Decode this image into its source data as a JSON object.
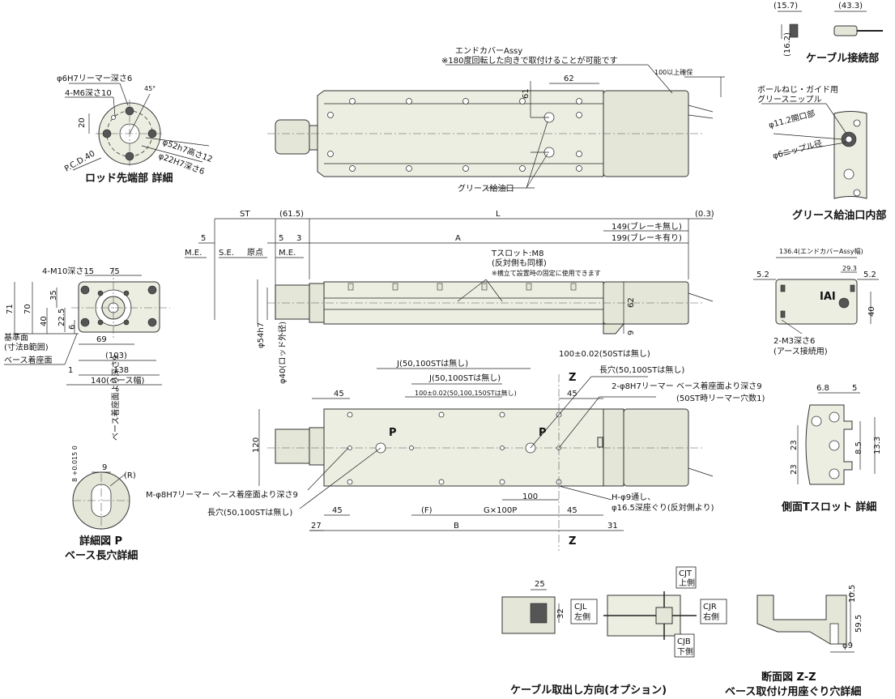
{
  "views": {
    "rod_end": {
      "title": "ロッド先端部 詳細",
      "labels": [
        "φ6H7リーマー深さ6",
        "4-M6深さ10",
        "45°",
        "20",
        "P.C.D.40",
        "φ52h7高さ12",
        "φ22H7深さ6"
      ]
    },
    "top_view": {
      "labels": [
        "エンドカバーAssy",
        "※180度回転した向きで取付けることが可能です",
        "62",
        "61",
        "100以上確保",
        "グリース給油口"
      ]
    },
    "side_view": {
      "labels": [
        "ST",
        "(61.5)",
        "L",
        "(0.3)",
        "A",
        "149(ブレーキ無し)",
        "199(ブレーキ有り)",
        "5",
        "5",
        "3",
        "M.E.",
        "S.E.",
        "原点",
        "M.E.",
        "Tスロット:M8",
        "(反対側も同様)",
        "※横立て設置時の固定に使用できます",
        "62",
        "9",
        "φ54h7",
        "φ40(ロッド外径)"
      ]
    },
    "front_view": {
      "labels": [
        "4-M10深さ15",
        "75",
        "71",
        "70",
        "40",
        "35",
        "22.5",
        "6",
        "69",
        "(103)",
        "138",
        "140(ベース幅)",
        "1",
        "基準面",
        "(寸法B範囲)",
        "ベース着座面"
      ]
    },
    "bottom_view": {
      "labels": [
        "J(50,100STは無し)",
        "J(50,100STは無し)",
        "100±0.02(50STは無し)",
        "100±0.02(50,100,150STは無し)",
        "45",
        "45",
        "45",
        "45",
        "Z",
        "Z",
        "長穴(50,100STは無し)",
        "2-φ8H7リーマー ベース着座面より深さ9",
        "(50ST時リーマー穴数1)",
        "120",
        "P",
        "P",
        "M-φ8H7リーマー ベース着座面より深さ9",
        "長穴(50,100STは無し)",
        "100",
        "(F)",
        "G×100P",
        "H-φ9通し、",
        "φ16.5深座ぐり(反対側より)",
        "27",
        "B",
        "31"
      ]
    },
    "detail_p": {
      "title": "詳細図 P",
      "subtitle": "ベース長穴詳細",
      "labels": [
        "9",
        "(R)",
        "8 +0.015 0",
        "ベース着座面より深さ9"
      ]
    },
    "cable_joint": {
      "title": "ケーブル接続部",
      "labels": [
        "(15.7)",
        "(43.3)",
        "(16.2)"
      ]
    },
    "grease": {
      "title": "グリース給油口内部",
      "labels": [
        "ボールねじ・ガイド用",
        "グリースニップル",
        "φ11.2開口部",
        "φ6ニップル径"
      ]
    },
    "end_cover": {
      "labels": [
        "136.4(エンドカバーAssy幅)",
        "5.2",
        "29.3",
        "5.2",
        "40",
        "2-M3深さ6",
        "(アース接続用)"
      ]
    },
    "t_slot": {
      "title": "側面Tスロット 詳細",
      "labels": [
        "6.8",
        "5",
        "23",
        "23",
        "8.5",
        "13.3"
      ]
    },
    "cable_dir": {
      "title": "ケーブル取出し方向(オプション)",
      "labels": [
        "25",
        "32",
        "CJT",
        "上側",
        "CJL",
        "左側",
        "CJR",
        "右側",
        "CJB",
        "下側"
      ]
    },
    "section_zz": {
      "title": "断面図 Z-Z",
      "subtitle": "ベース取付け用座ぐり穴詳細",
      "labels": [
        "10.5",
        "59.5",
        "φ9"
      ]
    }
  }
}
